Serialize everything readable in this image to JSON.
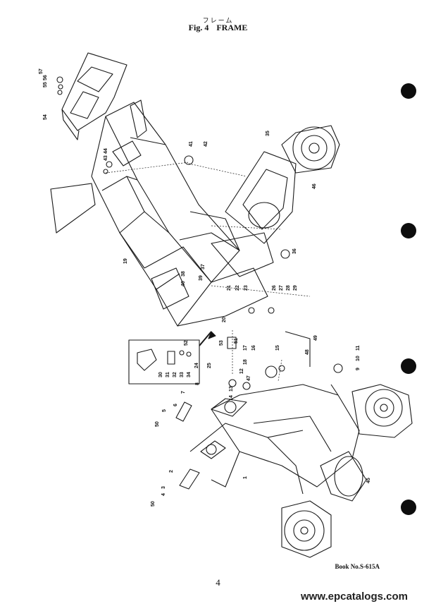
{
  "header": {
    "title_jp": "フレーム",
    "fig_label": "Fig. 4",
    "fig_title": "FRAME"
  },
  "footer": {
    "book_no": "Book No.S-615A",
    "page_number": "4",
    "watermark": "www.epcatalogs.com"
  },
  "callouts": [
    "57",
    "56",
    "55",
    "54",
    "44",
    "43",
    "41",
    "42",
    "35",
    "46",
    "19",
    "38",
    "40",
    "39",
    "37",
    "21",
    "22",
    "23",
    "26",
    "27",
    "28",
    "29",
    "20",
    "36",
    "49",
    "48",
    "11",
    "10",
    "9",
    "52",
    "53",
    "51",
    "17",
    "16",
    "15",
    "18",
    "12",
    "47",
    "24",
    "25",
    "30",
    "31",
    "32",
    "33",
    "34",
    "13",
    "14",
    "8",
    "7",
    "6",
    "5",
    "50",
    "2",
    "3",
    "4",
    "50",
    "1",
    "45"
  ]
}
